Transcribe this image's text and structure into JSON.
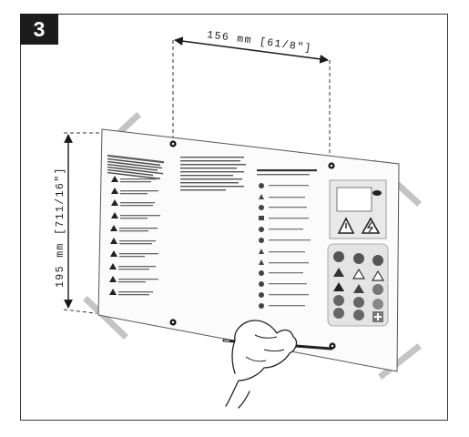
{
  "step": {
    "number": "3"
  },
  "dimensions": {
    "width_label": "156 mm [61/8\"]",
    "height_label": "195 mm [711/16\"]"
  },
  "icons": {
    "step_badge": "step-number-badge",
    "hand": "hand-holding-pencil-icon",
    "screw": "screw-hole-icon",
    "warning": "warning-triangle-icon",
    "electric_hazard": "electric-hazard-icon",
    "first_aid": "first-aid-cross-icon"
  },
  "colors": {
    "frame": "#3a3a3a",
    "badge_bg": "#1c1c1c",
    "plate_fill": "#fbfbfb",
    "tape": "#c4c4c4",
    "icon_panel": "#e4e4e4"
  }
}
